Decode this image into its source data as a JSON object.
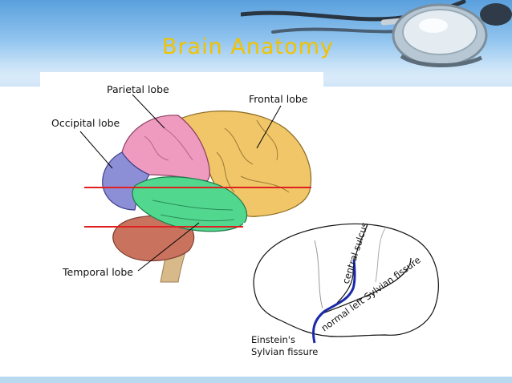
{
  "slide": {
    "title": "Brain Anatomy"
  },
  "brain_figure": {
    "labels": {
      "parietal": "Parietal lobe",
      "frontal": "Frontal lobe",
      "occipital": "Occipital lobe",
      "temporal": "Temporal lobe"
    }
  },
  "sylvian_figure": {
    "central_sulcus": "central sulcus",
    "normal_fissure": "normal left Sylvian fissure",
    "einstein_line1": "Einstein's",
    "einstein_line2": "Sylvian fissure"
  },
  "colors": {
    "title": "#f2c200",
    "frontal": "#f0c668",
    "parietal": "#ef9bbf",
    "occipital": "#8d8fd6",
    "temporal": "#52d78f",
    "cerebellum": "#c9735f",
    "brainstem": "#d8b98a",
    "marker_line": "#e02020",
    "fissure_line": "#1a2aa8"
  }
}
